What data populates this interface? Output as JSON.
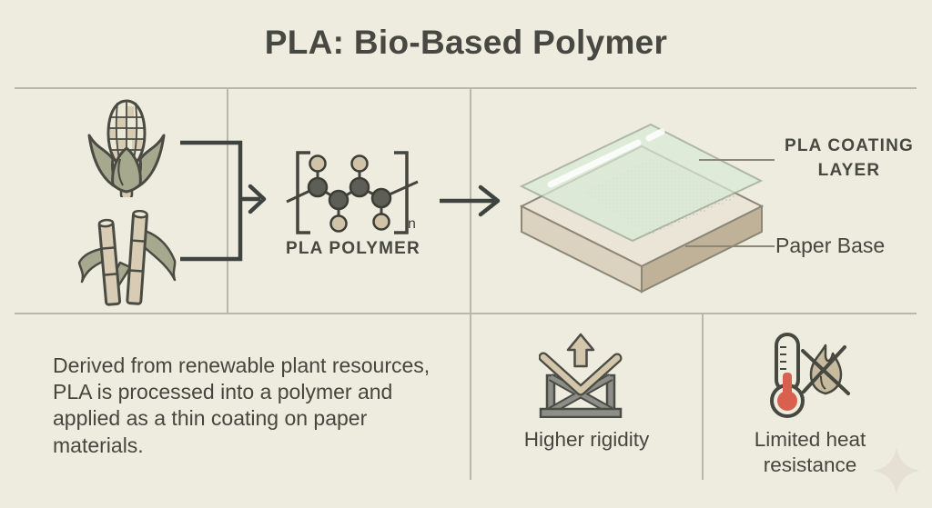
{
  "title": "PLA: Bio-Based Polymer",
  "process": {
    "source_icons": [
      {
        "name": "corn-icon"
      },
      {
        "name": "sugarcane-icon"
      }
    ],
    "polymer": {
      "label": "PLA POLYMER",
      "repeat_subscript": "n"
    }
  },
  "coated_material": {
    "coating_label": "PLA COATING LAYER",
    "base_label": "Paper Base"
  },
  "description": "Derived from renewable plant resources, PLA is processed into a polymer and applied as a thin coating on paper materials.",
  "properties": [
    {
      "icon": "rigidity-truss-icon",
      "label": "Higher rigidity"
    },
    {
      "icon": "no-heat-flame-icon",
      "label": "Limited heat resistance"
    }
  ],
  "colors": {
    "background": "#edecdf",
    "ink": "#45463e",
    "divider": "#b8b7aa",
    "tan": "#d3c6ab",
    "sage_green": "#a7a98f",
    "mint_coating": "#d9ebd8",
    "paper_beige": "#dbd2bf",
    "thermometer_red": "#d9604f",
    "sparkle": "#e6dfd3"
  }
}
